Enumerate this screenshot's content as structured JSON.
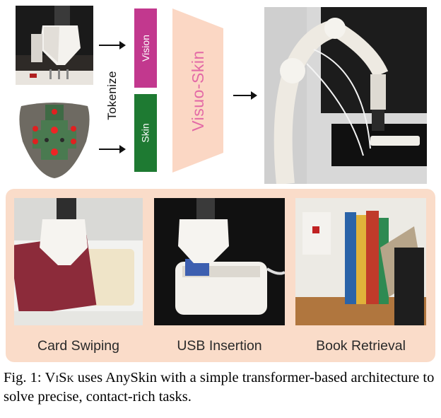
{
  "figure": {
    "tokenize_label": "Tokenize",
    "vision_token_label": "Vision",
    "skin_token_label": "Skin",
    "model_label": "Visuo-Skin",
    "colors": {
      "vision_token": "#c2388e",
      "skin_token": "#1e7a32",
      "model_block": "#fbd7c4",
      "model_text": "#e36aa6",
      "task_panel": "#fadcc9"
    }
  },
  "tasks": [
    {
      "label": "Card Swiping"
    },
    {
      "label": "USB Insertion"
    },
    {
      "label": "Book Retrieval"
    }
  ],
  "caption": {
    "fig_label": "Fig. 1:",
    "method_name": "ViSk",
    "text": "uses AnySkin with a simple transformer-based architecture to solve precise, contact-rich tasks."
  }
}
